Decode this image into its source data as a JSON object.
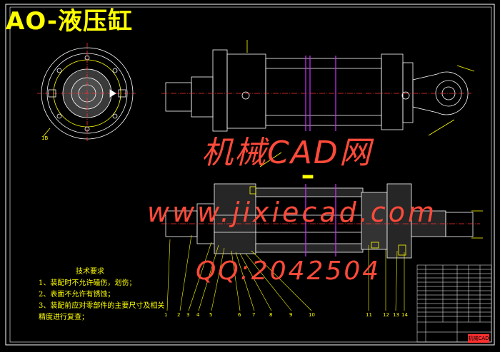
{
  "drawing": {
    "title": "AO-液压缸",
    "section_label": "1B",
    "part_numbers": [
      "1",
      "2",
      "3",
      "4",
      "5",
      "6",
      "7",
      "8",
      "9",
      "10",
      "11",
      "12",
      "13",
      "14"
    ],
    "title_block_label": "机械CAD"
  },
  "tech_notes": {
    "heading": "技术要求",
    "lines": [
      "1、装配时不允许磕伤，划伤；",
      "2、表面不允许有锈蚀；",
      "3、装配前应对零部件的主要尺寸及相关",
      "精度进行复查；"
    ]
  },
  "watermark": {
    "site_name": "机械CAD网",
    "url": "www.jixiecad.com",
    "qq": "QQ:2042504"
  },
  "colors": {
    "background": "#000000",
    "lines": "#ffffff",
    "annotations": "#ffff00",
    "centerline": "#ff3030",
    "ports": "#cc33ff",
    "watermark": "#ff4a3a"
  }
}
